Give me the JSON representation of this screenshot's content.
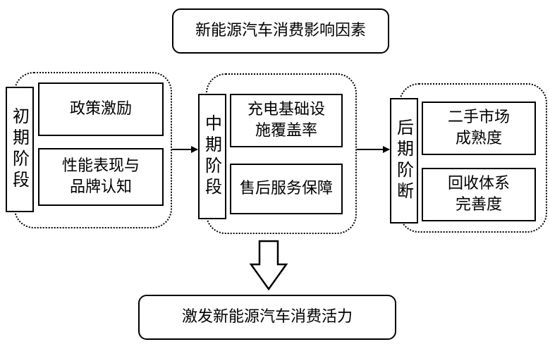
{
  "title": "新能源汽车消费影响因素",
  "stages": [
    {
      "label": "初期阶段",
      "factors": [
        "政策激励",
        "性能表现与\n品牌认知"
      ]
    },
    {
      "label": "中期阶段",
      "factors": [
        "充电基础设\n施覆盖率",
        "售后服务保障"
      ]
    },
    {
      "label": "后期阶断",
      "factors": [
        "二手市场\n成熟度",
        "回收体系\n完善度"
      ]
    }
  ],
  "result": "激发新能源汽车消费活力"
}
